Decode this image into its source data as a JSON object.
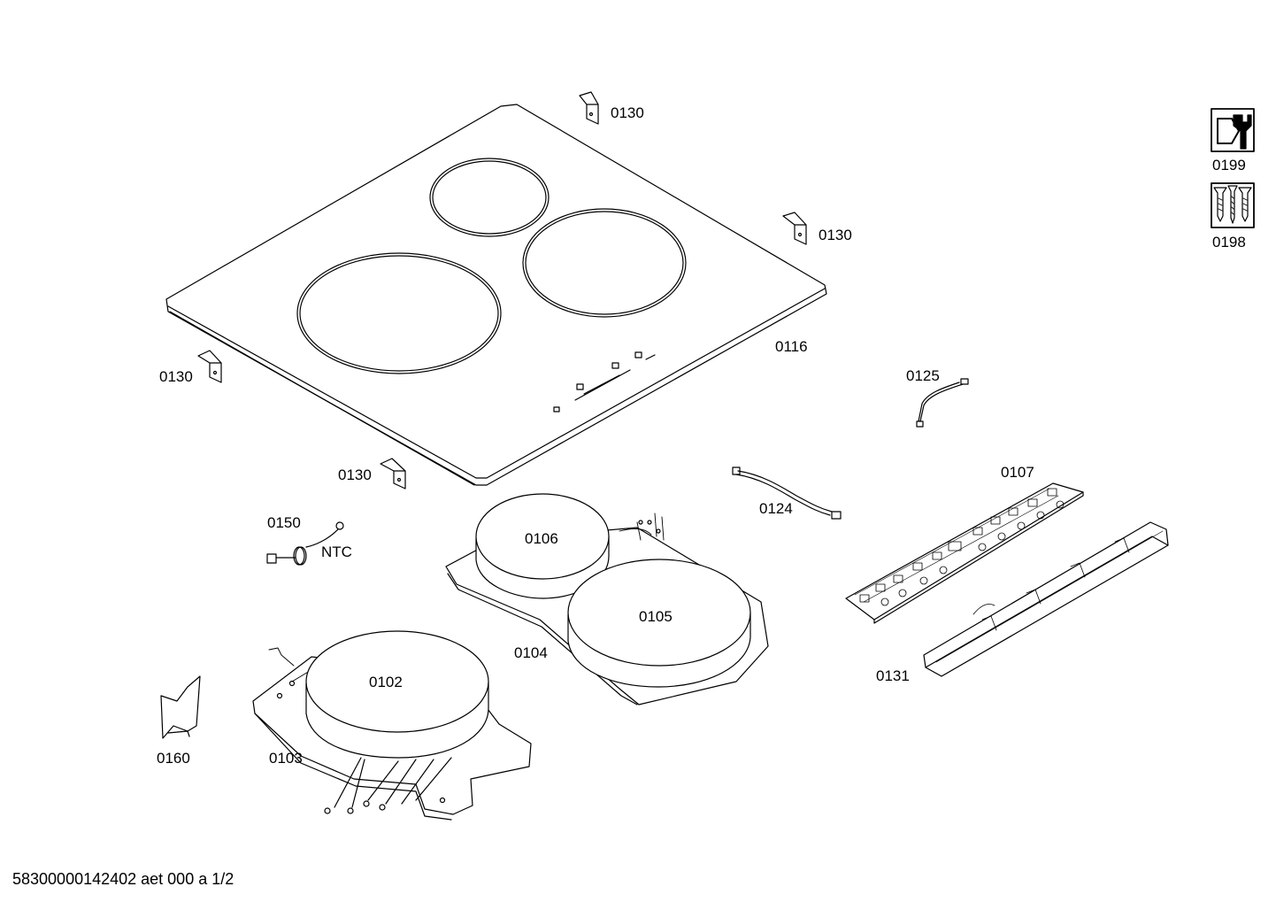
{
  "labels": {
    "p0130a": "0130",
    "p0130b": "0130",
    "p0130c": "0130",
    "p0130d": "0130",
    "p0116": "0116",
    "p0125": "0125",
    "p0107": "0107",
    "p0124": "0124",
    "p0150": "0150",
    "ntc": "NTC",
    "p0106": "0106",
    "p0105": "0105",
    "p0104": "0104",
    "p0102": "0102",
    "p0103": "0103",
    "p0160": "0160",
    "p0131": "0131",
    "p0199": "0199",
    "p0198": "0198"
  },
  "icons": {
    "service_kit": "wrench-nut-icon",
    "screw_kit": "screws-icon"
  },
  "footer": "58300000142402 aet 000 a 1/2"
}
